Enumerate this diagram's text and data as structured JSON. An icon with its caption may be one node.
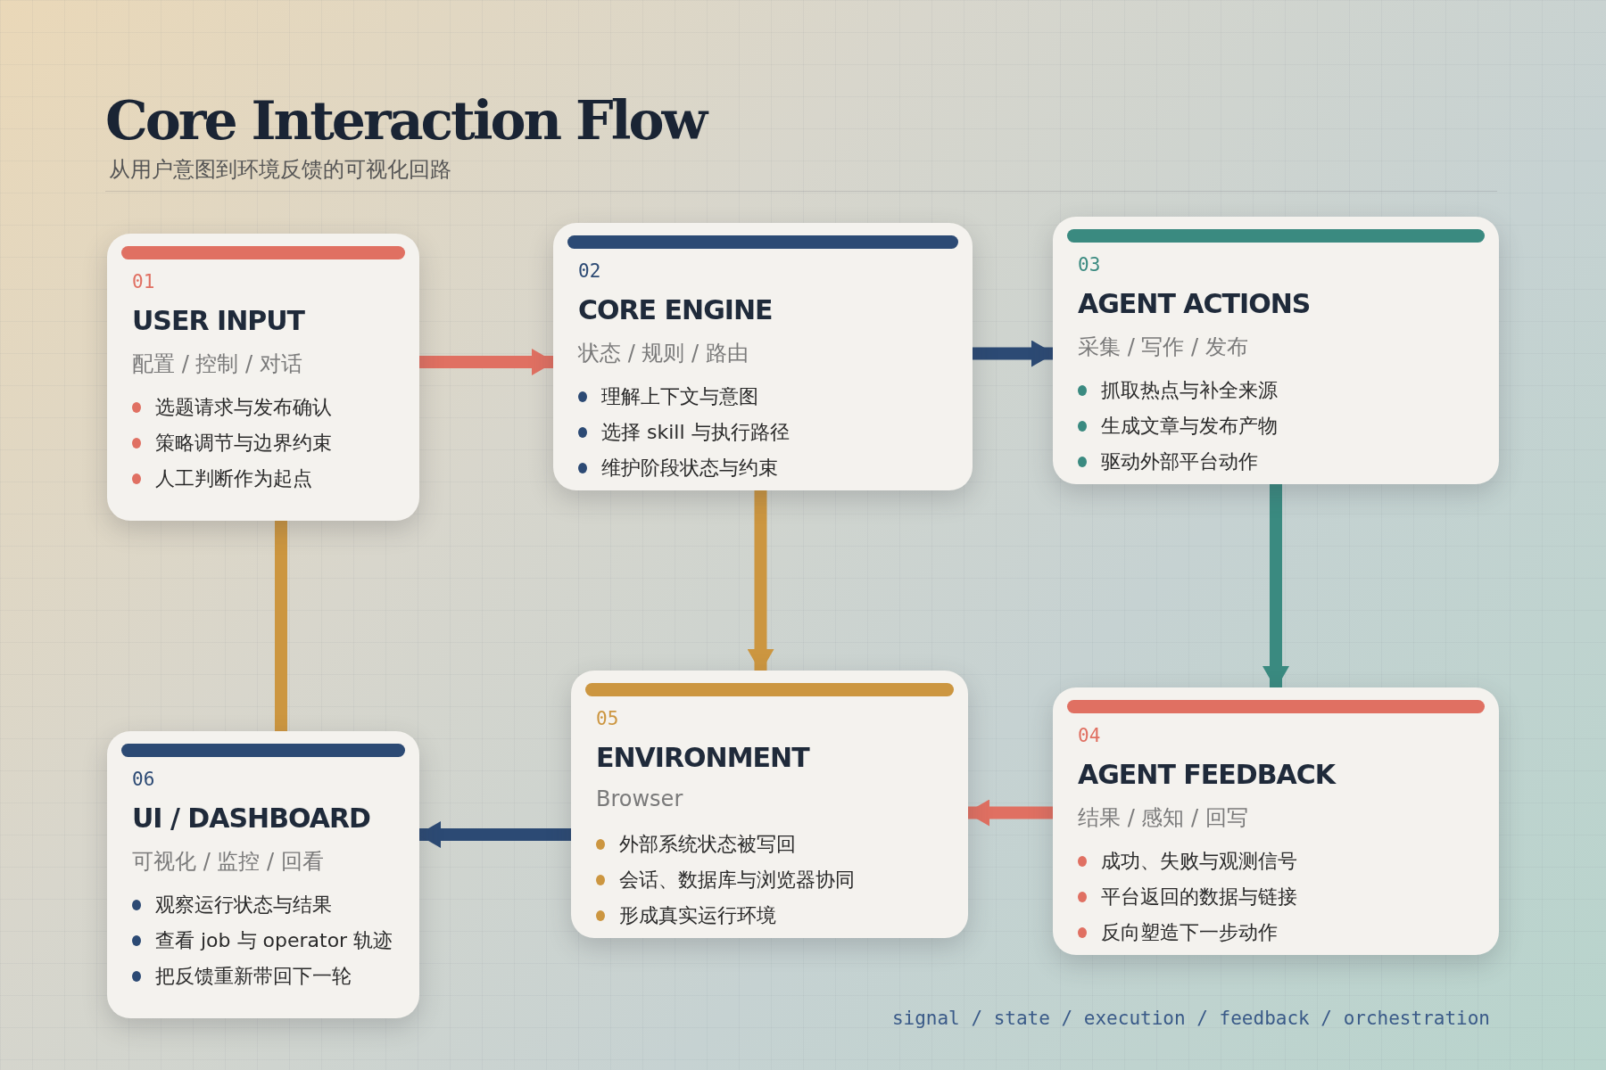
{
  "diagram": {
    "title": "Core Interaction Flow",
    "nodes": [
      {
        "text": [
          "01",
          "USER INPUT",
          "配置 / 控制 / 对话",
          "选题请求与发布确认",
          "策略调节与边界约束",
          "人工判断作为起点"
        ]
      },
      {
        "text": [
          "02",
          "CORE ENGINE",
          "状态 / 规则 / 路由",
          "理解上下文与意图",
          "选择 skill 与执行路径",
          "维护阶段状态与约束"
        ]
      },
      {
        "text": [
          "03",
          "AGENT ACTIONS",
          "采集 / 写作 / 发布",
          "抓取热点与补全来源",
          "生成文章与发布产物",
          "驱动外部平台动作"
        ]
      },
      {
        "text": [
          "06",
          "UI / DASHBOARD",
          "可视化 / 监控 / 回看",
          "观察运行状态与结果",
          "查看 job 与 operator 轨迹",
          "把反馈重新带回下一轮"
        ]
      },
      {
        "text": [
          "05",
          "ENVIRONMENT",
          "Browser",
          "外部系统状态被写回",
          "会话、数据库与浏览器协同",
          "形成真实运行环境"
        ]
      },
      {
        "text": [
          "04",
          "AGENT FEEDBACK",
          "结果 / 感知 / 回写",
          "成功、失败与观测信号",
          "平台返回的数据与链接",
          "反向塑造下一步动作"
        ]
      }
    ],
    "edges": [
      {
        "from": 0,
        "to": 1,
        "arrow": "to",
        "color": "#e07062"
      },
      {
        "from": 1,
        "to": 2,
        "arrow": "to",
        "color": "#2c4a74"
      },
      {
        "from": 2,
        "to": 5,
        "arrow": "to",
        "color": "#3a8a80"
      },
      {
        "from": 5,
        "to": 4,
        "arrow": "to",
        "color": "#e07062"
      },
      {
        "from": 1,
        "to": 4,
        "arrow": "to",
        "color": "#cc9640"
      },
      {
        "from": 4,
        "to": 3,
        "arrow": "to",
        "color": "#2c4a74"
      },
      {
        "from": 3,
        "to": 0,
        "arrow": "none",
        "color": "#cc9640"
      }
    ],
    "labels": [
      "从用户意图到环境反馈的可视化回路",
      "signal / state / execution / feedback / orchestration"
    ]
  }
}
